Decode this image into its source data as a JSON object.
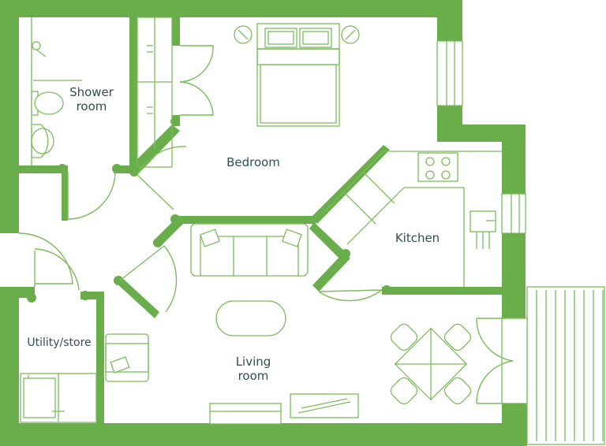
{
  "colors": {
    "wall": "#6AAE4B",
    "line": "#7DBB5E",
    "text": "#2F4F4F"
  },
  "rooms": {
    "shower": {
      "line1": "Shower",
      "line2": "room"
    },
    "bedroom": {
      "label": "Bedroom"
    },
    "kitchen": {
      "label": "Kitchen"
    },
    "utility": {
      "label": "Utility/store"
    },
    "living": {
      "line1": "Living",
      "line2": "room"
    }
  }
}
